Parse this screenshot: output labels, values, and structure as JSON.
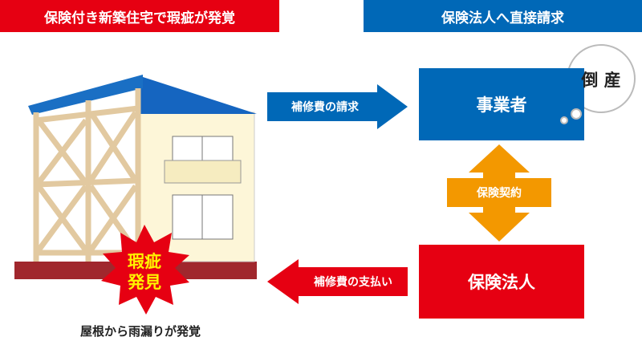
{
  "headers": {
    "left": "保険付き新築住宅で瑕疵が発覚",
    "right": "保険法人へ直接請求"
  },
  "arrows": {
    "claim": "補修費の請求",
    "payment": "補修費の支払い",
    "contract": "保険契約"
  },
  "boxes": {
    "business": "事業者",
    "insurer": "保険法人"
  },
  "bubble": "倒 産",
  "burst": {
    "line1": "瑕疵",
    "line2": "発見"
  },
  "caption": "屋根から雨漏りが発覚",
  "colors": {
    "red": "#e60012",
    "blue": "#0068b7",
    "orange": "#f39800"
  }
}
